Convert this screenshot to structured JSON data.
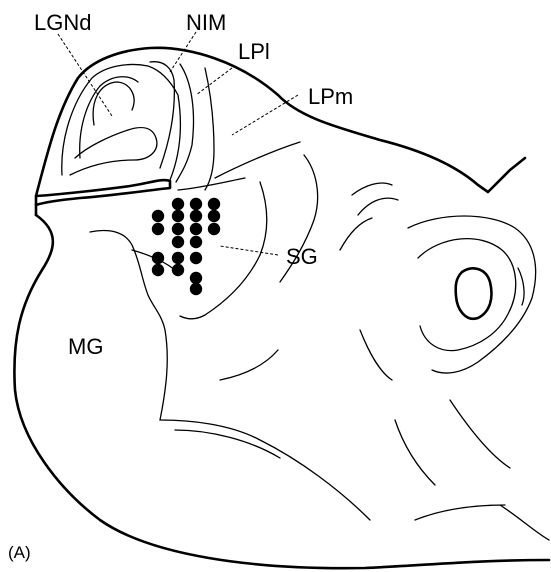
{
  "labels": {
    "lgnd": "LGNd",
    "nim": "NIM",
    "lpl": "LPl",
    "lpm": "LPm",
    "sg": "SG",
    "mg": "MG",
    "panel": "(A)"
  },
  "dots": {
    "count": 20,
    "color": "#000000"
  },
  "colors": {
    "line": "#000000",
    "background": "#ffffff"
  }
}
